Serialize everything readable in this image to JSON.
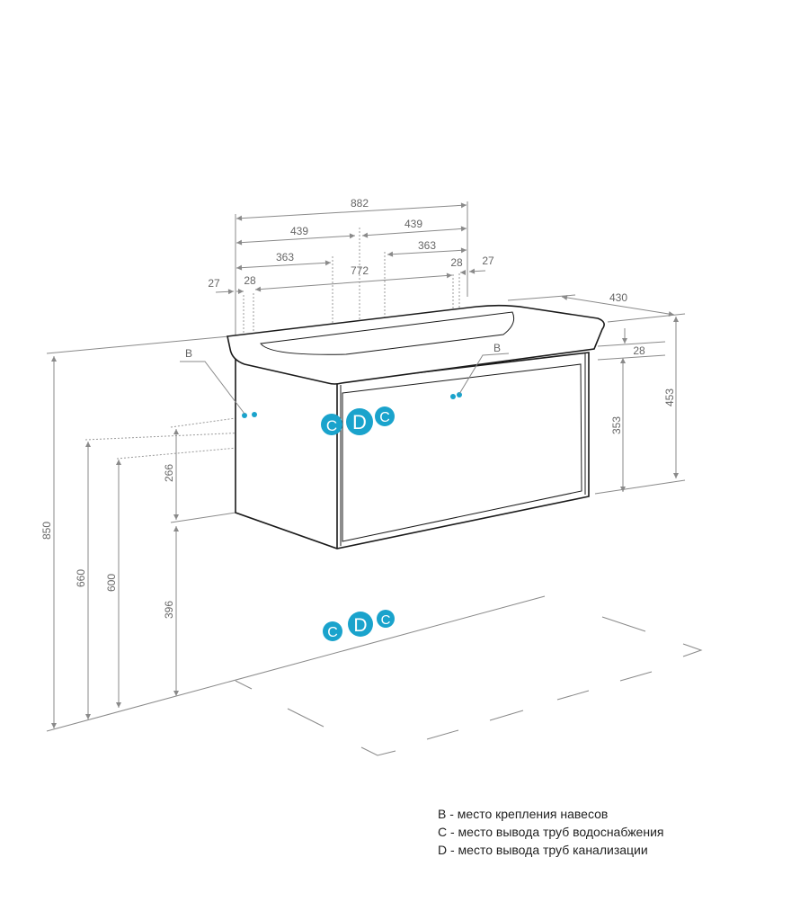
{
  "accent_color": "#1aa3cc",
  "dimensions": {
    "total_width": "882",
    "half_left": "439",
    "half_right": "439",
    "c_left": "363",
    "c_right": "363",
    "mount_span": "772",
    "mount_offset_left": "28",
    "edge_offset_left": "27",
    "mount_offset_right": "28",
    "edge_offset_right": "27",
    "depth": "430",
    "basin_height": "28",
    "total_height": "453",
    "cabinet_height": "353",
    "floor_to_top": "850",
    "floor_to_b": "660",
    "floor_to_c": "600",
    "c_to_bottom": "266",
    "floor_to_bottom": "396"
  },
  "markers": {
    "b": "B",
    "c": "C",
    "d": "D"
  },
  "legend": [
    "B - место крепления навесов",
    "C - место вывода труб водоснабжения",
    "D - место вывода труб канализации"
  ]
}
